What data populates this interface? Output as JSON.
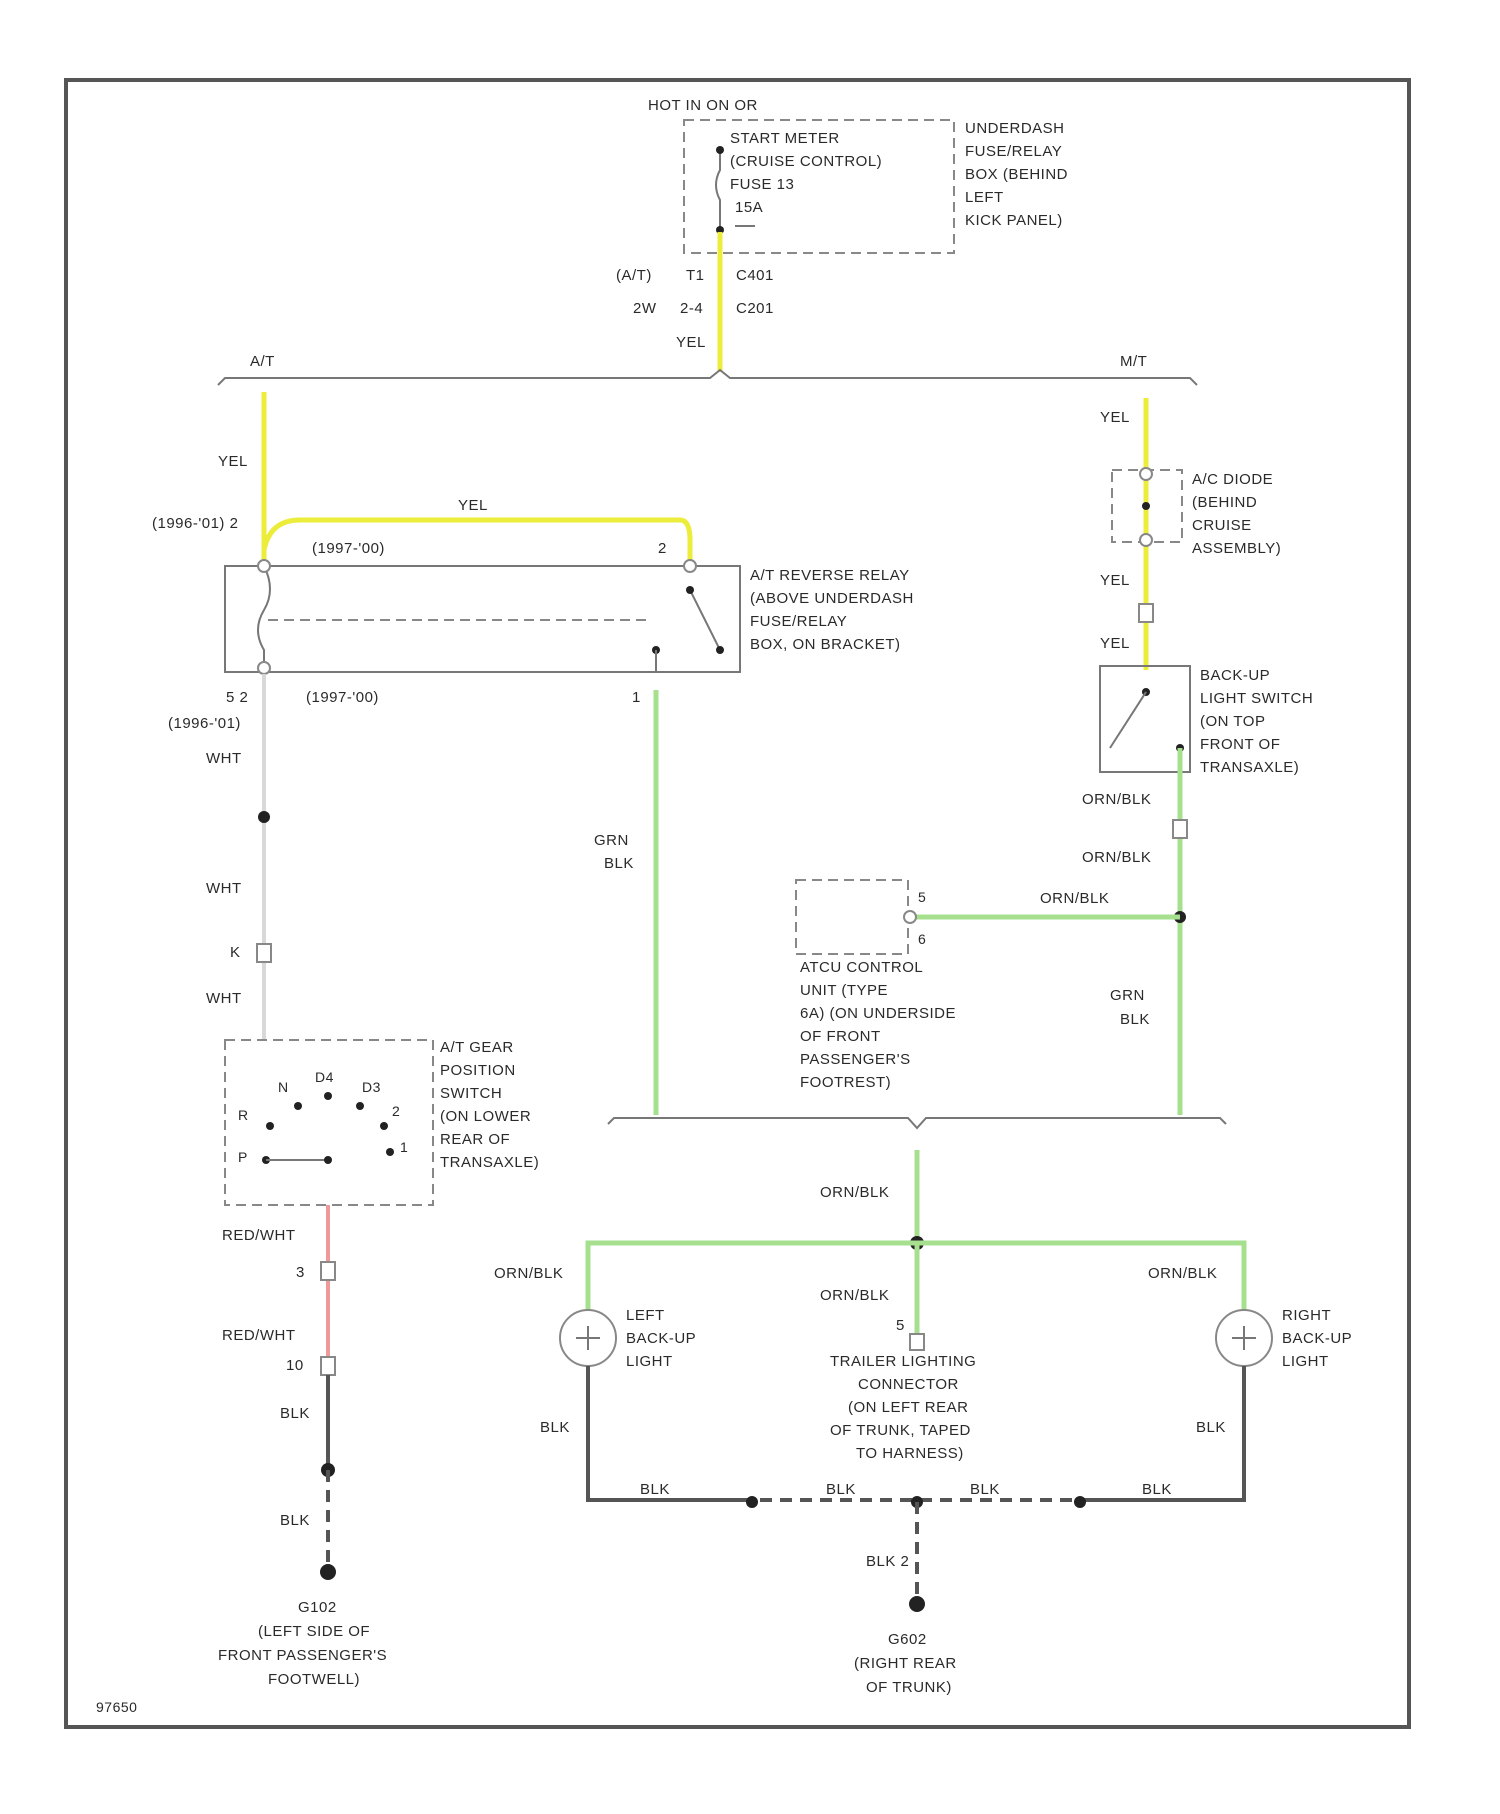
{
  "fuse_box": {
    "hot_label": "HOT IN ON OR",
    "lines": [
      "START METER",
      "(CRUISE CONTROL)",
      "FUSE 13",
      "15A"
    ],
    "location": [
      "UNDERDASH",
      "FUSE/RELAY",
      "BOX (BEHIND",
      "LEFT",
      "KICK PANEL)"
    ]
  },
  "feed": {
    "at_label": "(A/T)",
    "pin_at": "T1",
    "code_at": "C401",
    "mt_label": "2W",
    "pin_mt": "2-4",
    "code_mt": "C201",
    "color": "YEL"
  },
  "split": {
    "left": "A/T",
    "right": "M/T"
  },
  "at_relay": {
    "pin_left_top": "(1996-'01) 2",
    "year_top": "(1997-'00)",
    "pin_right_top": "2",
    "pin_left_bottom": "5 2",
    "year_bottom": "(1997-'00)",
    "year_bottom2": "(1996-'01)",
    "pin_right_bottom": "1",
    "lines": [
      "A/T REVERSE RELAY",
      "(ABOVE UNDERDASH",
      "FUSE/RELAY",
      "BOX, ON BRACKET)"
    ]
  },
  "gear_switch": {
    "positions": [
      "R",
      "N",
      "D4",
      "D3",
      "2",
      "1",
      "P"
    ],
    "lines": [
      "A/T GEAR",
      "POSITION",
      "SWITCH",
      "(ON LOWER",
      "REAR OF",
      "TRANSAXLE)"
    ]
  },
  "ac_diode": {
    "lines": [
      "A/C DIODE",
      "(BEHIND",
      "CRUISE",
      "ASSEMBLY)"
    ]
  },
  "backup_switch": {
    "lines": [
      "BACK-UP",
      "LIGHT SWITCH",
      "(ON TOP",
      "FRONT OF",
      "TRANSAXLE)"
    ]
  },
  "atcu": {
    "pin_top": "5",
    "pin_bottom": "6",
    "lines": [
      "ATCU CONTROL",
      "UNIT (TYPE",
      "6A) (ON UNDERSIDE",
      "OF FRONT",
      "PASSENGER'S",
      "FOOTREST)"
    ]
  },
  "wire_labels": {
    "yel": "YEL",
    "wht": "WHT",
    "grn_blk_a": "GRN",
    "grn_blk_b": "BLK",
    "orn_blk": "ORN/BLK",
    "red_wht": "RED/WHT",
    "blk": "BLK",
    "pin_k": "K",
    "pin_3": "3",
    "pin_10": "10",
    "pin_5": "5",
    "blk_2": "BLK 2"
  },
  "lights": {
    "left": [
      "LEFT",
      "BACK-UP",
      "LIGHT"
    ],
    "right": [
      "RIGHT",
      "BACK-UP",
      "LIGHT"
    ],
    "trailer": [
      "TRAILER LIGHTING",
      "CONNECTOR",
      "(ON LEFT REAR",
      "OF TRUNK, TAPED",
      "TO HARNESS)"
    ]
  },
  "grounds": {
    "g1": [
      "G102",
      "(LEFT SIDE OF",
      "FRONT PASSENGER'S",
      "FOOTWELL)"
    ],
    "g2": [
      "G602",
      "(RIGHT REAR",
      "OF TRUNK)"
    ]
  },
  "figure_id": "97650",
  "colors": {
    "yel": "#ecec3a",
    "grn": "#a6e08e",
    "red": "#ef9a9a",
    "wht": "#d8d8d8",
    "blk": "#555555"
  }
}
